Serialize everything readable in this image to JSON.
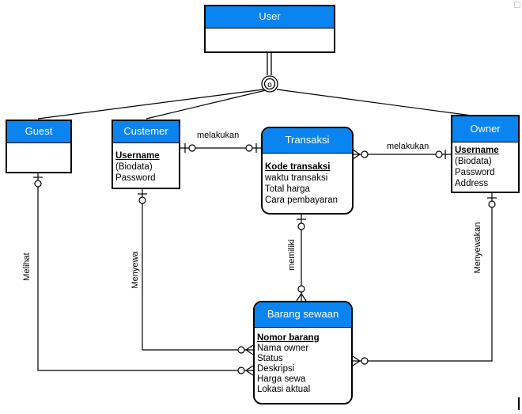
{
  "entities": {
    "user": {
      "title": "User",
      "attributes": []
    },
    "guest": {
      "title": "Guest",
      "attributes": []
    },
    "customer": {
      "title": "Custemer",
      "attributes": [
        {
          "text": "Username",
          "key": true
        },
        {
          "text": "(Biodata)",
          "key": false
        },
        {
          "text": "Password",
          "key": false
        }
      ]
    },
    "transaksi": {
      "title": "Transaksi",
      "attributes": [
        {
          "text": "Kode transaksi",
          "key": true
        },
        {
          "text": "waktu transaksi",
          "key": false
        },
        {
          "text": "Total harga",
          "key": false
        },
        {
          "text": "Cara pembayaran",
          "key": false
        }
      ]
    },
    "owner": {
      "title": "Owner",
      "attributes": [
        {
          "text": "Username",
          "key": true
        },
        {
          "text": "(Biodata)",
          "key": false
        },
        {
          "text": "Password",
          "key": false
        },
        {
          "text": "Address",
          "key": false
        }
      ]
    },
    "barang": {
      "title": "Barang sewaan",
      "attributes": [
        {
          "text": "Nomor barang",
          "key": true
        },
        {
          "text": "Nama owner",
          "key": false
        },
        {
          "text": "Status",
          "key": false
        },
        {
          "text": "Deskripsi",
          "key": false
        },
        {
          "text": "Harga sewa",
          "key": false
        },
        {
          "text": "Lokasi aktual",
          "key": false
        }
      ]
    }
  },
  "relationships": {
    "customer_transaksi": "melakukan",
    "transaksi_owner": "melakukan",
    "guest_barang": "Melihat",
    "customer_barang": "Menyewa",
    "transaksi_barang": "memiliki",
    "owner_barang": "Menyewakan"
  },
  "inheritance_symbol": "o",
  "colors": {
    "header": "#0a84f0",
    "header_text": "#ffffff",
    "line": "#000000"
  }
}
